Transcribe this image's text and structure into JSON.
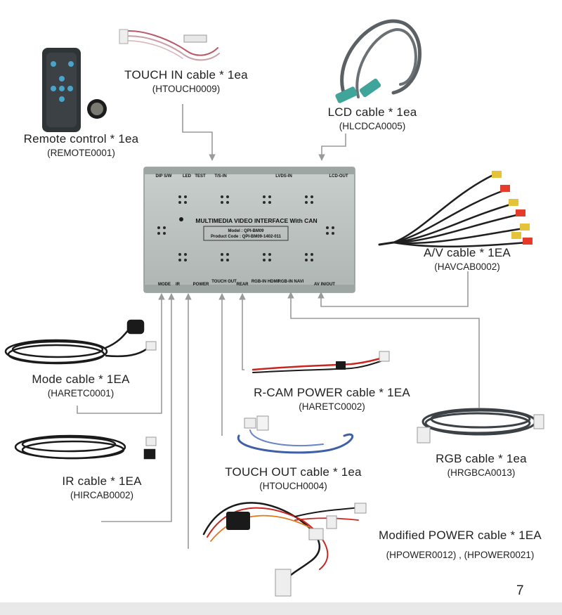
{
  "device": {
    "ports_top": [
      "DIP S/W",
      "LED",
      "TEST",
      "T/S-IN",
      "LVDS-IN",
      "LCD-OUT"
    ],
    "title": "MULTIMEDIA VIDEO INTERFACE With CAN",
    "model": "Model : QPI-BM09",
    "product_code": "Product Code : QPI-BM09-1402-011",
    "ports_bottom": [
      "MODE",
      "IR",
      "POWER",
      "TOUCH OUT",
      "REAR",
      "RGB-IN HDMI",
      "RGB-IN NAVI",
      "AV IN/OUT"
    ]
  },
  "items": {
    "remote": {
      "title": "Remote control * 1ea",
      "code": "(REMOTE0001)"
    },
    "touch_in": {
      "title": "TOUCH  IN cable * 1ea",
      "code": "(HTOUCH0009)"
    },
    "lcd": {
      "title": "LCD cable * 1ea",
      "code": "(HLCDCA0005)"
    },
    "av": {
      "title": "A/V cable * 1EA",
      "code": "(HAVCAB0002)"
    },
    "mode": {
      "title": "Mode cable * 1EA",
      "code": "(HARETC0001)"
    },
    "rcam": {
      "title": "R-CAM POWER cable * 1EA",
      "code": "(HARETC0002)"
    },
    "rgb": {
      "title": "RGB cable * 1ea",
      "code": "(HRGBCA0013)"
    },
    "ir": {
      "title": "IR cable * 1EA",
      "code": "(HIRCAB0002)"
    },
    "touch_out": {
      "title": "TOUCH OUT cable * 1ea",
      "code": "(HTOUCH0004)"
    },
    "power": {
      "title": "Modified POWER cable * 1EA",
      "code": "(HPOWER0012) , (HPOWER0021)"
    }
  },
  "page_number": "7"
}
